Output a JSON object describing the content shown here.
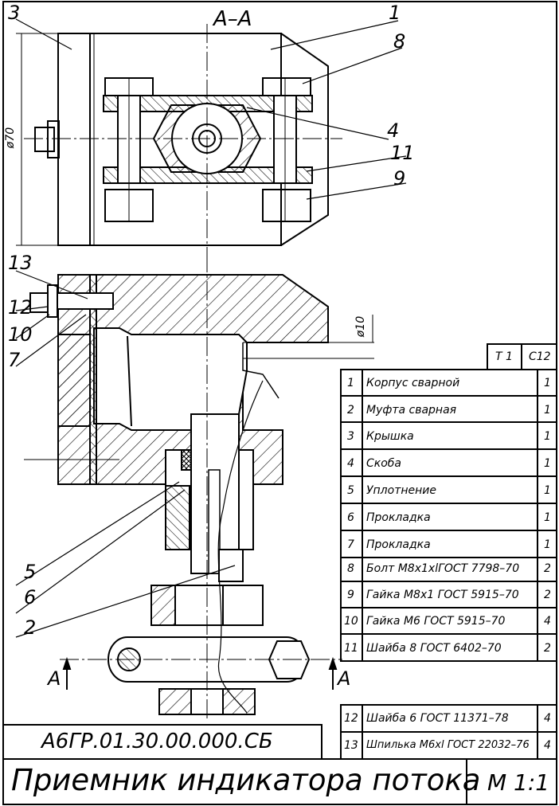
{
  "section_label": "A–A",
  "cut_marker": "A",
  "dimensions": {
    "d70": "ø70",
    "d10": "ø10"
  },
  "part_callouts": [
    "1",
    "8",
    "4",
    "11",
    "9",
    "3",
    "13",
    "12",
    "10",
    "7",
    "5",
    "6",
    "2"
  ],
  "parts_table": {
    "header": [
      "T 1",
      "C12"
    ],
    "rows": [
      {
        "num": "1",
        "name": "Корпус сварной",
        "qty": "1"
      },
      {
        "num": "2",
        "name": "Муфта сварная",
        "qty": "1"
      },
      {
        "num": "3",
        "name": "Крышка",
        "qty": "1"
      },
      {
        "num": "4",
        "name": "Скоба",
        "qty": "1"
      },
      {
        "num": "5",
        "name": "Уплотнение",
        "qty": "1"
      },
      {
        "num": "6",
        "name": "Прокладка",
        "qty": "1"
      },
      {
        "num": "7",
        "name": "Прокладка",
        "qty": "1"
      },
      {
        "num": "8",
        "name": "Болт М8x1xlГОСТ 7798–70",
        "qty": "2"
      },
      {
        "num": "9",
        "name": "Гайка М8x1 ГОСТ 5915–70",
        "qty": "2"
      },
      {
        "num": "10",
        "name": "Гайка М6 ГОСТ 5915–70",
        "qty": "4"
      },
      {
        "num": "11",
        "name": "Шайба 8 ГОСТ 6402–70",
        "qty": "2"
      }
    ],
    "rows_lower": [
      {
        "num": "12",
        "name": "Шайба 6 ГОСТ 11371–78",
        "qty": "4"
      },
      {
        "num": "13",
        "name": "Шпилька М6xl ГОСТ 22032–76",
        "qty": "4"
      }
    ]
  },
  "title_block": {
    "code": "А6ГР.01.30.00.000.СБ",
    "title": "Приемник индикатора потока",
    "scale": "М 1:1"
  }
}
